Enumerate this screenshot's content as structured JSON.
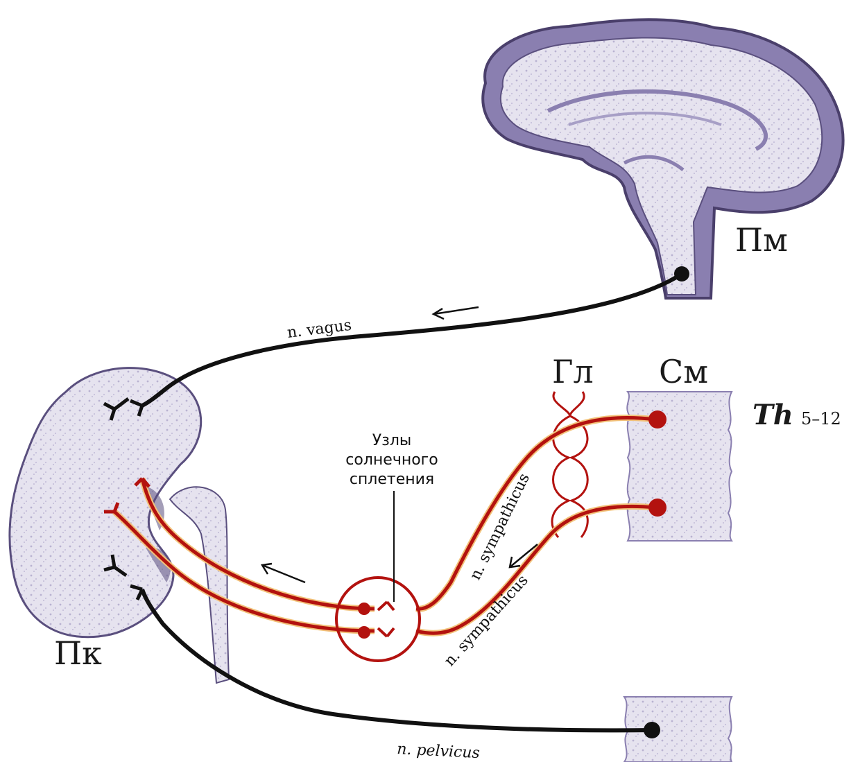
{
  "labels": {
    "brain": "Пм",
    "kidney": "Пк",
    "ganglia": "Гл",
    "spinal_cord": "См",
    "segment_italic": "Th",
    "segment_range": "5–12",
    "plexus_line1": "Узлы",
    "plexus_line2": "солнечного",
    "plexus_line3": "сплетения"
  },
  "nerves": {
    "vagus": "n. vagus",
    "sympathicus_upper": "n. sympathicus",
    "sympathicus_lower": "n. sympathicus",
    "pelvicus": "n. pelvicus"
  },
  "colors": {
    "organ_fill": "#e4e1ee",
    "organ_outline": "#4a3f6b",
    "cortex": "#8a7fb0",
    "sympathetic": "#b3120f",
    "sympathetic_halo": "#f2c27a",
    "parasympathetic": "#111111"
  }
}
